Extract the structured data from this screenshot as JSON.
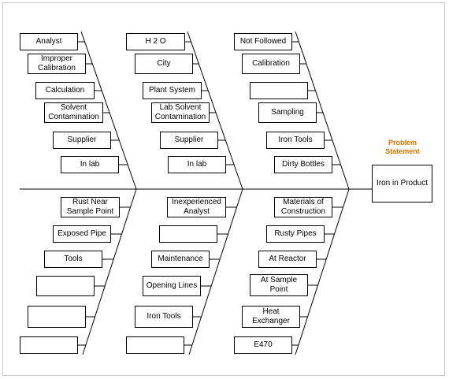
{
  "problem_statement_label": "Problem\nStatement",
  "effect": "Iron in Product",
  "upper_left_causes": [
    "Analyst",
    "Improper\nCalibration",
    "Calculation",
    "Solvent\nContamination",
    "Supplier",
    "In lab"
  ],
  "upper_middle_causes": [
    "H 2 O",
    "City",
    "Plant System",
    "Lab Solvent\nContamination",
    "Supplier",
    "In lab"
  ],
  "upper_right_causes": [
    "Not Followed",
    "Calibration",
    "",
    "Sampling",
    "Iron Tools",
    "Dirty Bottles"
  ],
  "lower_left_causes": [
    "Rust Near\nSample Point",
    "Exposed Pipe",
    "Tools",
    "",
    "",
    ""
  ],
  "lower_middle_causes": [
    "Inexperienced\nAnalyst",
    "",
    "Maintenance",
    "Opening Lines",
    "Iron Tools",
    ""
  ],
  "lower_right_causes": [
    "Materials of\nConstruction",
    "Rusty Pipes",
    "At Reactor",
    "At Sample\nPoint",
    "Heat\nExchanger",
    "E470"
  ]
}
